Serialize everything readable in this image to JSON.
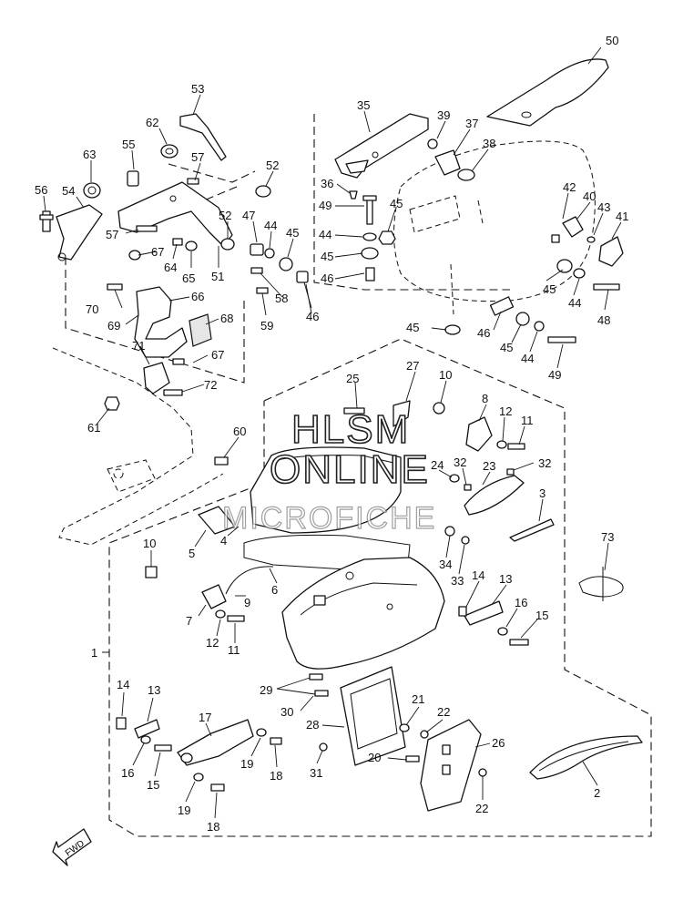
{
  "watermark": {
    "line1": "HLSM",
    "line2": "ONLINE",
    "line3": "MICROFICHE"
  },
  "fwd_label": "FWD",
  "callouts": [
    {
      "id": "c50",
      "text": "50"
    },
    {
      "id": "c53",
      "text": "53"
    },
    {
      "id": "c35",
      "text": "35"
    },
    {
      "id": "c39",
      "text": "39"
    },
    {
      "id": "c37",
      "text": "37"
    },
    {
      "id": "c38",
      "text": "38"
    },
    {
      "id": "c62",
      "text": "62"
    },
    {
      "id": "c55",
      "text": "55"
    },
    {
      "id": "c57a",
      "text": "57"
    },
    {
      "id": "c52a",
      "text": "52"
    },
    {
      "id": "c63",
      "text": "63"
    },
    {
      "id": "c56",
      "text": "56"
    },
    {
      "id": "c54",
      "text": "54"
    },
    {
      "id": "c36",
      "text": "36"
    },
    {
      "id": "c49a",
      "text": "49"
    },
    {
      "id": "c45a",
      "text": "45"
    },
    {
      "id": "c42",
      "text": "42"
    },
    {
      "id": "c40",
      "text": "40"
    },
    {
      "id": "c43",
      "text": "43"
    },
    {
      "id": "c41",
      "text": "41"
    },
    {
      "id": "c52b",
      "text": "52"
    },
    {
      "id": "c47",
      "text": "47"
    },
    {
      "id": "c44a",
      "text": "44"
    },
    {
      "id": "c45b",
      "text": "45"
    },
    {
      "id": "c44b",
      "text": "44"
    },
    {
      "id": "c57b",
      "text": "57"
    },
    {
      "id": "c67a",
      "text": "67"
    },
    {
      "id": "c64",
      "text": "64"
    },
    {
      "id": "c65",
      "text": "65"
    },
    {
      "id": "c51",
      "text": "51"
    },
    {
      "id": "c58",
      "text": "58"
    },
    {
      "id": "c45c",
      "text": "45"
    },
    {
      "id": "c46a",
      "text": "46"
    },
    {
      "id": "c45d",
      "text": "45"
    },
    {
      "id": "c44c",
      "text": "44"
    },
    {
      "id": "c48",
      "text": "48"
    },
    {
      "id": "c70",
      "text": "70"
    },
    {
      "id": "c66",
      "text": "66"
    },
    {
      "id": "c59",
      "text": "59"
    },
    {
      "id": "c46b",
      "text": "46"
    },
    {
      "id": "c69",
      "text": "69"
    },
    {
      "id": "c68",
      "text": "68"
    },
    {
      "id": "c45e",
      "text": "45"
    },
    {
      "id": "c46c",
      "text": "46"
    },
    {
      "id": "c45f",
      "text": "45"
    },
    {
      "id": "c44d",
      "text": "44"
    },
    {
      "id": "c49b",
      "text": "49"
    },
    {
      "id": "c71",
      "text": "71"
    },
    {
      "id": "c67b",
      "text": "67"
    },
    {
      "id": "c72",
      "text": "72"
    },
    {
      "id": "c61",
      "text": "61"
    },
    {
      "id": "c25",
      "text": "25"
    },
    {
      "id": "c27",
      "text": "27"
    },
    {
      "id": "c10a",
      "text": "10"
    },
    {
      "id": "c8",
      "text": "8"
    },
    {
      "id": "c12a",
      "text": "12"
    },
    {
      "id": "c11a",
      "text": "11"
    },
    {
      "id": "c60",
      "text": "60"
    },
    {
      "id": "c24",
      "text": "24"
    },
    {
      "id": "c32a",
      "text": "32"
    },
    {
      "id": "c23",
      "text": "23"
    },
    {
      "id": "c32b",
      "text": "32"
    },
    {
      "id": "c3",
      "text": "3"
    },
    {
      "id": "c4",
      "text": "4"
    },
    {
      "id": "c5",
      "text": "5"
    },
    {
      "id": "c10b",
      "text": "10"
    },
    {
      "id": "c34",
      "text": "34"
    },
    {
      "id": "c33",
      "text": "33"
    },
    {
      "id": "c14a",
      "text": "14"
    },
    {
      "id": "c13a",
      "text": "13"
    },
    {
      "id": "c73",
      "text": "73"
    },
    {
      "id": "c6",
      "text": "6"
    },
    {
      "id": "c9",
      "text": "9"
    },
    {
      "id": "c16a",
      "text": "16"
    },
    {
      "id": "c7",
      "text": "7"
    },
    {
      "id": "c15a",
      "text": "15"
    },
    {
      "id": "c12b",
      "text": "12"
    },
    {
      "id": "c11b",
      "text": "11"
    },
    {
      "id": "c1",
      "text": "1"
    },
    {
      "id": "c29",
      "text": "29"
    },
    {
      "id": "c30",
      "text": "30"
    },
    {
      "id": "c14b",
      "text": "14"
    },
    {
      "id": "c13b",
      "text": "13"
    },
    {
      "id": "c21",
      "text": "21"
    },
    {
      "id": "c22a",
      "text": "22"
    },
    {
      "id": "c17",
      "text": "17"
    },
    {
      "id": "c28",
      "text": "28"
    },
    {
      "id": "c26",
      "text": "26"
    },
    {
      "id": "c19a",
      "text": "19"
    },
    {
      "id": "c18a",
      "text": "18"
    },
    {
      "id": "c20",
      "text": "20"
    },
    {
      "id": "c16b",
      "text": "16"
    },
    {
      "id": "c15b",
      "text": "15"
    },
    {
      "id": "c31",
      "text": "31"
    },
    {
      "id": "c2",
      "text": "2"
    },
    {
      "id": "c19b",
      "text": "19"
    },
    {
      "id": "c22b",
      "text": "22"
    },
    {
      "id": "c18b",
      "text": "18"
    }
  ]
}
